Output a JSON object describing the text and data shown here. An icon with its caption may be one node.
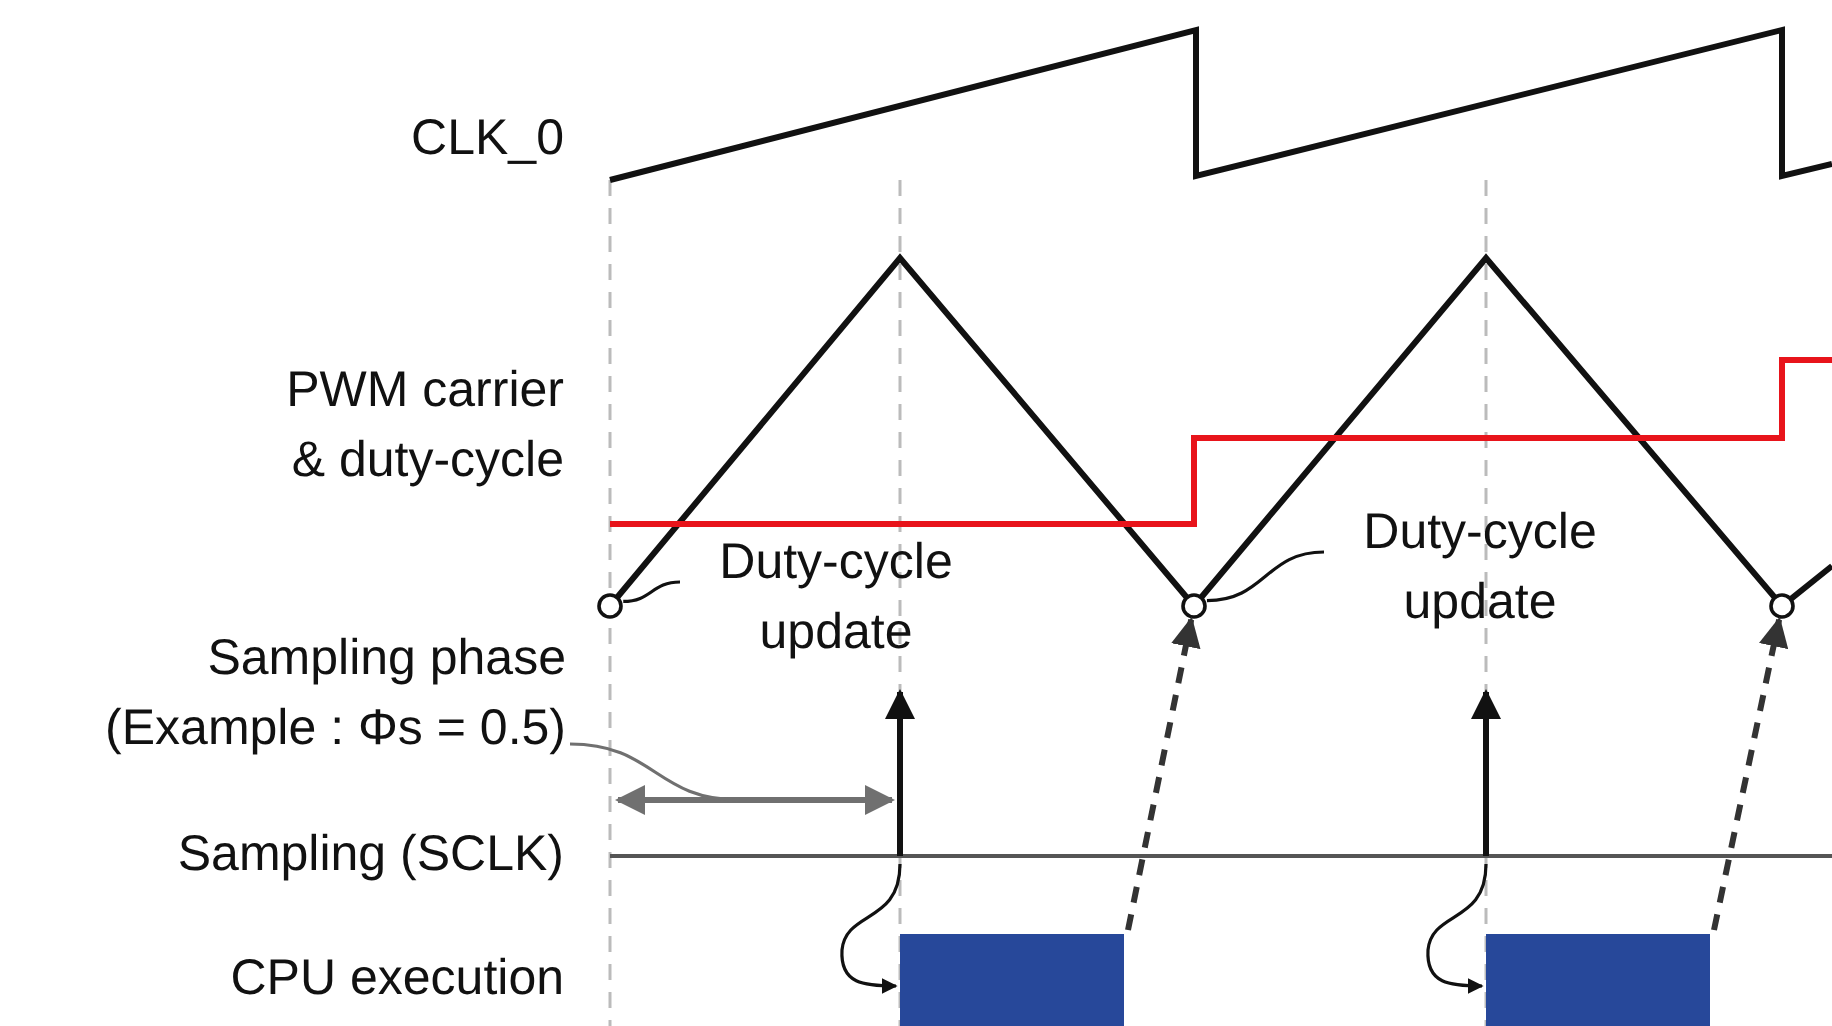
{
  "diagram": {
    "nodes": [
      {
        "text": [
          "Duty-cycle update"
        ]
      },
      {
        "text": [],
        "shape": "circle"
      },
      {
        "text": [
          "Duty-cycle update"
        ]
      },
      {
        "text": [],
        "shape": "circle"
      },
      {
        "text": [],
        "shape": "circle"
      },
      {
        "text": [],
        "shape": "bar"
      },
      {
        "text": [],
        "shape": "bar"
      },
      {
        "text": [
          "Sampling phase (Example : Φs = 0.5)"
        ]
      }
    ],
    "edges": [
      {
        "from": 0,
        "to": 1,
        "arrow": "none"
      },
      {
        "from": 2,
        "to": 3,
        "arrow": "none"
      },
      {
        "from": 5,
        "to": 3,
        "arrow": "to",
        "style": "dashed"
      },
      {
        "from": 6,
        "to": 4,
        "arrow": "to",
        "style": "dashed"
      },
      {
        "from": null,
        "to": 5,
        "arrow": "to"
      },
      {
        "from": null,
        "to": 6,
        "arrow": "to"
      },
      {
        "from": 7,
        "to": null,
        "arrow": "none",
        "color": "#707070"
      }
    ],
    "labels": [
      "CLK_0",
      "PWM carrier & duty-cycle",
      "Sampling (SCLK)",
      "CPU execution"
    ]
  }
}
